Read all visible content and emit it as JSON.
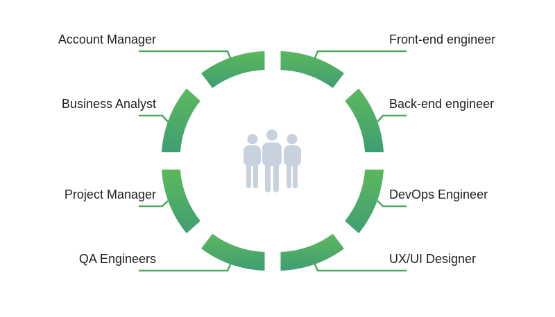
{
  "roles": {
    "left": [
      {
        "label": "Account Manager"
      },
      {
        "label": "Business Analyst"
      },
      {
        "label": "Project Manager"
      },
      {
        "label": "QA Engineers"
      }
    ],
    "right": [
      {
        "label": "Front-end engineer"
      },
      {
        "label": "Back-end engineer"
      },
      {
        "label": "DevOps Engineer"
      },
      {
        "label": "UX/UI Designer"
      }
    ]
  },
  "center_icon": "team-icon",
  "colors": {
    "segment_light": "#5cb85c",
    "segment_dark": "#3f9e73",
    "connector": "#4aa860",
    "icon": "#c8d2de",
    "text": "#1f1f1f"
  }
}
